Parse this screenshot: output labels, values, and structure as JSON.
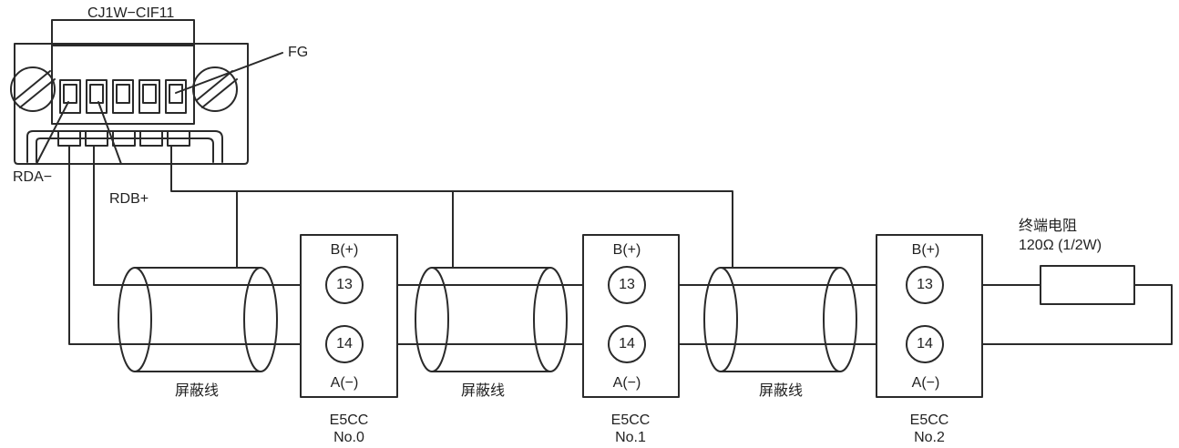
{
  "connector": {
    "model": "CJ1W−CIF11",
    "fg_label": "FG",
    "rda_label": "RDA−",
    "rdb_label": "RDB+"
  },
  "cables": [
    {
      "label": "屏蔽线"
    },
    {
      "label": "屏蔽线"
    },
    {
      "label": "屏蔽线"
    }
  ],
  "units": [
    {
      "model": "E5CC",
      "number": "No.0",
      "top_label": "B(+)",
      "bottom_label": "A(−)",
      "terminal_top": "13",
      "terminal_bottom": "14"
    },
    {
      "model": "E5CC",
      "number": "No.1",
      "top_label": "B(+)",
      "bottom_label": "A(−)",
      "terminal_top": "13",
      "terminal_bottom": "14"
    },
    {
      "model": "E5CC",
      "number": "No.2",
      "top_label": "B(+)",
      "bottom_label": "A(−)",
      "terminal_top": "13",
      "terminal_bottom": "14"
    }
  ],
  "resistor": {
    "name": "终端电阻",
    "value": "120Ω (1/2W)"
  },
  "colors": {
    "line": "#2a2a2a",
    "background": "#ffffff"
  }
}
